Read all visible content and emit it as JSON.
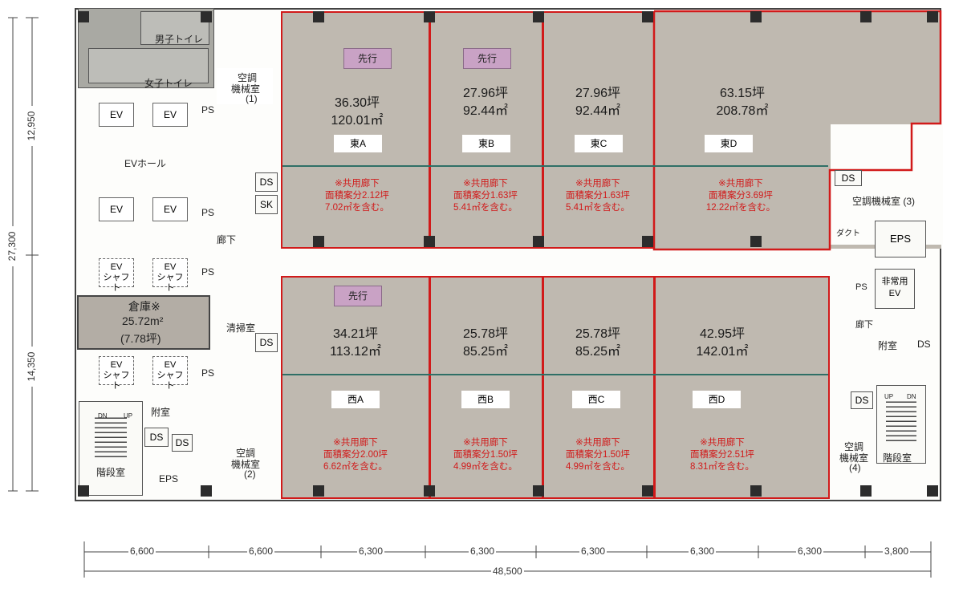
{
  "units_east": [
    {
      "name": "東A",
      "tsubo": "36.30坪",
      "sqm": "120.01㎡",
      "badge": "先行",
      "note1": "※共用廊下",
      "note2": "面積案分2.12坪",
      "note3": "7.02㎡を含む。"
    },
    {
      "name": "東B",
      "tsubo": "27.96坪",
      "sqm": "92.44㎡",
      "badge": "先行",
      "note1": "※共用廊下",
      "note2": "面積案分1.63坪",
      "note3": "5.41㎡を含む。"
    },
    {
      "name": "東C",
      "tsubo": "27.96坪",
      "sqm": "92.44㎡",
      "badge": "",
      "note1": "※共用廊下",
      "note2": "面積案分1.63坪",
      "note3": "5.41㎡を含む。"
    },
    {
      "name": "東D",
      "tsubo": "63.15坪",
      "sqm": "208.78㎡",
      "badge": "",
      "note1": "※共用廊下",
      "note2": "面積案分3.69坪",
      "note3": "12.22㎡を含む。"
    }
  ],
  "units_west": [
    {
      "name": "西A",
      "tsubo": "34.21坪",
      "sqm": "113.12㎡",
      "badge": "先行",
      "note1": "※共用廊下",
      "note2": "面積案分2.00坪",
      "note3": "6.62㎡を含む。"
    },
    {
      "name": "西B",
      "tsubo": "25.78坪",
      "sqm": "85.25㎡",
      "badge": "",
      "note1": "※共用廊下",
      "note2": "面積案分1.50坪",
      "note3": "4.99㎡を含む。"
    },
    {
      "name": "西C",
      "tsubo": "25.78坪",
      "sqm": "85.25㎡",
      "badge": "",
      "note1": "※共用廊下",
      "note2": "面積案分1.50坪",
      "note3": "4.99㎡を含む。"
    },
    {
      "name": "西D",
      "tsubo": "42.95坪",
      "sqm": "142.01㎡",
      "badge": "",
      "note1": "※共用廊下",
      "note2": "面積案分2.51坪",
      "note3": "8.31㎡を含む。"
    }
  ],
  "rooms": {
    "mens_toilet": "男子トイレ",
    "womens_toilet": "女子トイレ",
    "ac_room_1a": "空調",
    "ac_room_1b": "機械室",
    "ac_room_1c": "(1)",
    "ac_room_2a": "空調",
    "ac_room_2b": "機械室",
    "ac_room_2c": "(2)",
    "ac_room_3": "空調機械室 (3)",
    "ac_room_4a": "空調",
    "ac_room_4b": "機械室",
    "ac_room_4c": "(4)",
    "ev": "EV",
    "ev_hall": "EVホール",
    "ev_shaft_a": "EV",
    "ev_shaft_b": "シャフト",
    "ps": "PS",
    "ds": "DS",
    "sk": "SK",
    "eps": "EPS",
    "corridor": "廊下",
    "cleaning": "清掃室",
    "annex": "附室",
    "stairs": "階段室",
    "emergency_ev_a": "非常用",
    "emergency_ev_b": "EV",
    "duct": "ダクト",
    "up": "UP",
    "dn": "DN",
    "storage_title": "倉庫※",
    "storage_sqm": "25.72m²",
    "storage_tsubo": "(7.78坪)"
  },
  "dimensions": {
    "bottom": [
      "6,600",
      "6,600",
      "6,300",
      "6,300",
      "6,300",
      "6,300",
      "6,300",
      "3,800"
    ],
    "total_width": "48,500",
    "total_height": "27,300",
    "upper_height": "12,950",
    "lower_height": "14,350"
  }
}
